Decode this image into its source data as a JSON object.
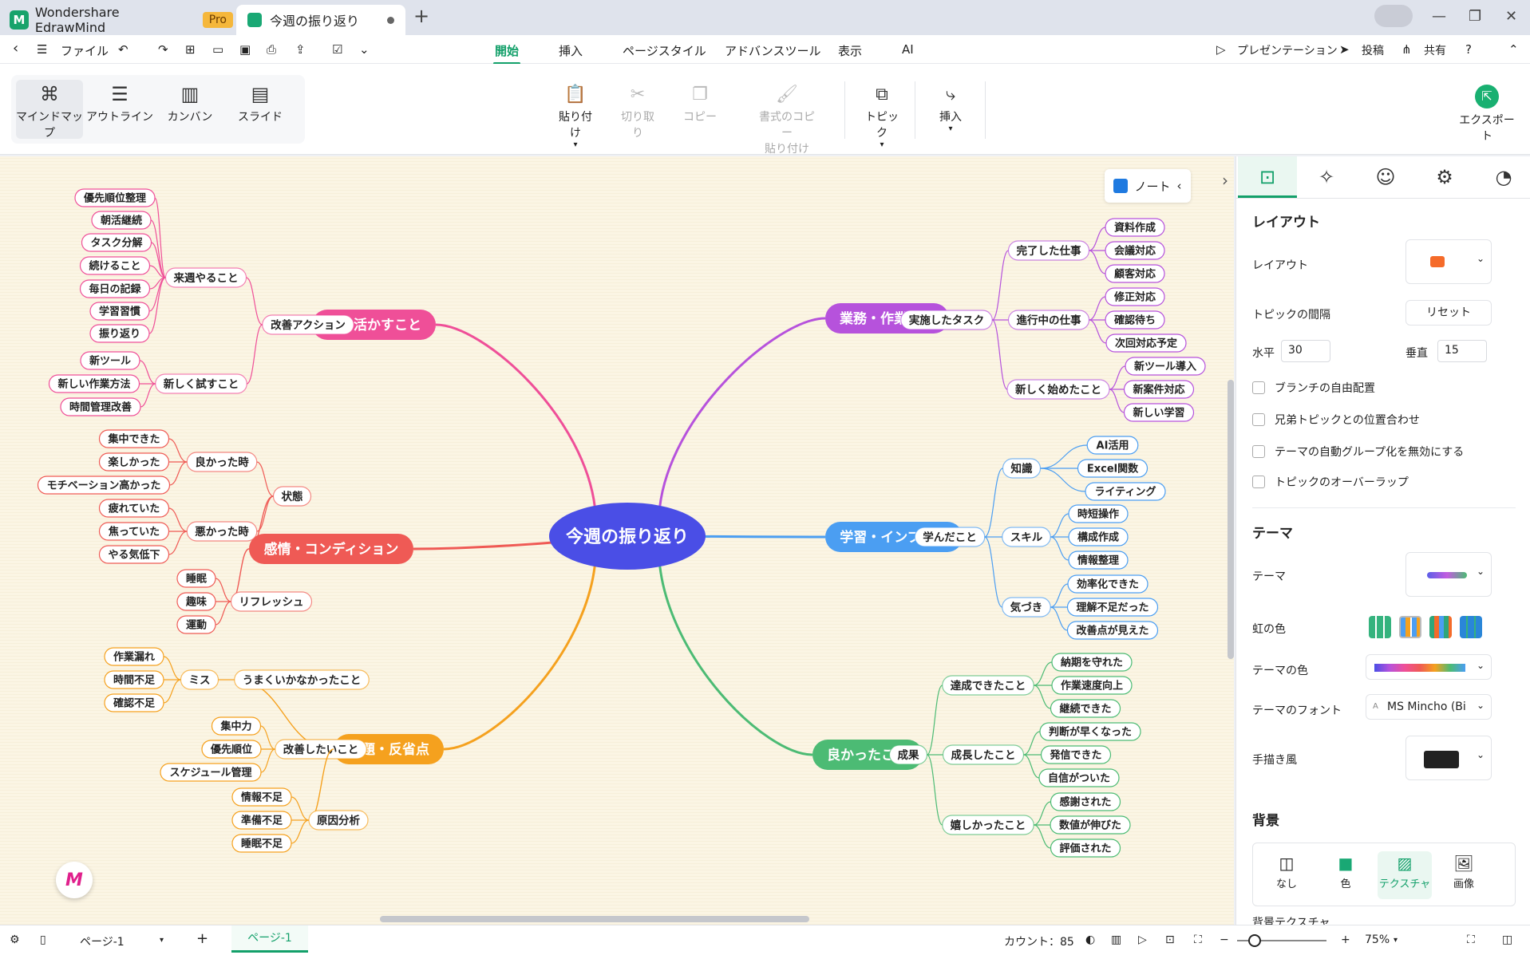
{
  "titlebar": {
    "app_name": "Wondershare EdrawMind",
    "pro_badge": "Pro",
    "doc_tab": "今週の振り返り",
    "new_tab_icon": "plus-icon"
  },
  "menubar": {
    "file": "ファイル",
    "tabs": [
      "開始",
      "挿入",
      "ページスタイル",
      "アドバンスツール",
      "表示",
      "AI"
    ],
    "active_tab": "開始",
    "presentation": "プレゼンテーション",
    "publish": "投稿",
    "share": "共有"
  },
  "toolbar": {
    "views": [
      "マインドマップ",
      "アウトライン",
      "カンバン",
      "スライド"
    ],
    "selected_view": "マインドマップ",
    "paste": "貼り付け",
    "cut": "切り取り",
    "copy": "コピー",
    "format_copy_l1": "書式のコピー",
    "format_copy_l2": "貼り付け",
    "topic": "トピック",
    "insert": "挿入",
    "export": "エクスポート"
  },
  "canvas": {
    "note_button": "ノート"
  },
  "mindmap": {
    "root": "今週の振り返り",
    "colors": {
      "pink": "#ef4f98",
      "purple": "#b652dc",
      "red": "#ef5a55",
      "blue": "#4b9ef2",
      "orange": "#f5a11e",
      "green": "#4cbb74",
      "root": "#4a4ee6"
    },
    "branches": [
      {
        "label": "次に活かすこと",
        "children": [
          {
            "label": "改善アクション",
            "children": [
              {
                "label": "来週やること",
                "children": [
                  "優先順位整理",
                  "朝活継続",
                  "タスク分解",
                  "続けること",
                  "毎日の記録",
                  "学習習慣",
                  "振り返り"
                ]
              },
              {
                "label": "新しく試すこと",
                "children": [
                  "新ツール",
                  "新しい作業方法",
                  "時間管理改善"
                ]
              }
            ]
          }
        ]
      },
      {
        "label": "感情・コンディション",
        "children": [
          {
            "label": "状態",
            "children": [
              {
                "label": "良かった時",
                "children": [
                  "集中できた",
                  "楽しかった",
                  "モチベーション高かった"
                ]
              },
              {
                "label": "悪かった時",
                "children": [
                  "疲れていた",
                  "焦っていた",
                  "やる気低下"
                ]
              }
            ]
          },
          {
            "label": "リフレッシュ",
            "children": [
              "睡眠",
              "趣味",
              "運動"
            ]
          }
        ]
      },
      {
        "label": "課題・反省点",
        "children": [
          {
            "label": "うまくいかなかったこと",
            "children": [
              {
                "label": "ミス",
                "children": [
                  "作業漏れ",
                  "時間不足",
                  "確認不足"
                ]
              }
            ]
          },
          {
            "label": "改善したいこと",
            "children": [
              "集中力",
              "優先順位",
              "スケジュール管理"
            ]
          },
          {
            "label": "原因分析",
            "children": [
              "情報不足",
              "準備不足",
              "睡眠不足"
            ]
          }
        ]
      },
      {
        "label": "業務・作業内容",
        "children": [
          {
            "label": "実施したタスク",
            "children": [
              {
                "label": "完了した仕事",
                "children": [
                  "資料作成",
                  "会議対応",
                  "顧客対応"
                ]
              },
              {
                "label": "進行中の仕事",
                "children": [
                  "修正対応",
                  "確認待ち",
                  "次回対応予定"
                ]
              },
              {
                "label": "新しく始めたこと",
                "children": [
                  "新ツール導入",
                  "新案件対応",
                  "新しい学習"
                ]
              }
            ]
          }
        ]
      },
      {
        "label": "学習・インプット",
        "children": [
          {
            "label": "学んだこと",
            "children": [
              {
                "label": "知識",
                "children": [
                  "AI活用",
                  "Excel関数",
                  "ライティング"
                ]
              },
              {
                "label": "スキル",
                "children": [
                  "時短操作",
                  "構成作成",
                  "情報整理"
                ]
              },
              {
                "label": "気づき",
                "children": [
                  "効率化できた",
                  "理解不足だった",
                  "改善点が見えた"
                ]
              }
            ]
          }
        ]
      },
      {
        "label": "良かったこと",
        "children": [
          {
            "label": "成果",
            "children": [
              {
                "label": "達成できたこと",
                "children": [
                  "納期を守れた",
                  "作業速度向上",
                  "継続できた"
                ]
              },
              {
                "label": "成長したこと",
                "children": [
                  "判断が早くなった",
                  "発信できた",
                  "自信がついた"
                ]
              },
              {
                "label": "嬉しかったこと",
                "children": [
                  "感謝された",
                  "数値が伸びた",
                  "評価された"
                ]
              }
            ]
          }
        ]
      }
    ]
  },
  "panel": {
    "layout_section": "レイアウト",
    "layout_label": "レイアウト",
    "spacing_label": "トピックの間隔",
    "reset": "リセット",
    "horizontal_label": "水平",
    "horizontal_value": "30",
    "vertical_label": "垂直",
    "vertical_value": "15",
    "checkboxes": [
      "ブランチの自由配置",
      "兄弟トピックとの位置合わせ",
      "テーマの自動グループ化を無効にする",
      "トピックのオーバーラップ"
    ],
    "theme_section": "テーマ",
    "theme_label": "テーマ",
    "rainbow_label": "虹の色",
    "theme_color_label": "テーマの色",
    "theme_font_label": "テーマのフォント",
    "theme_font_value": "MS Mincho (Bi",
    "handdrawn_label": "手描き風",
    "background_section": "背景",
    "bg_options": [
      "なし",
      "色",
      "テクスチャ",
      "画像"
    ],
    "bg_selected": "テクスチャ",
    "bg_texture_label": "背景テクスチャ"
  },
  "statusbar": {
    "page_select": "ページ-1",
    "page_tab": "ページ-1",
    "count": "カウント：85",
    "zoom": "75%"
  }
}
